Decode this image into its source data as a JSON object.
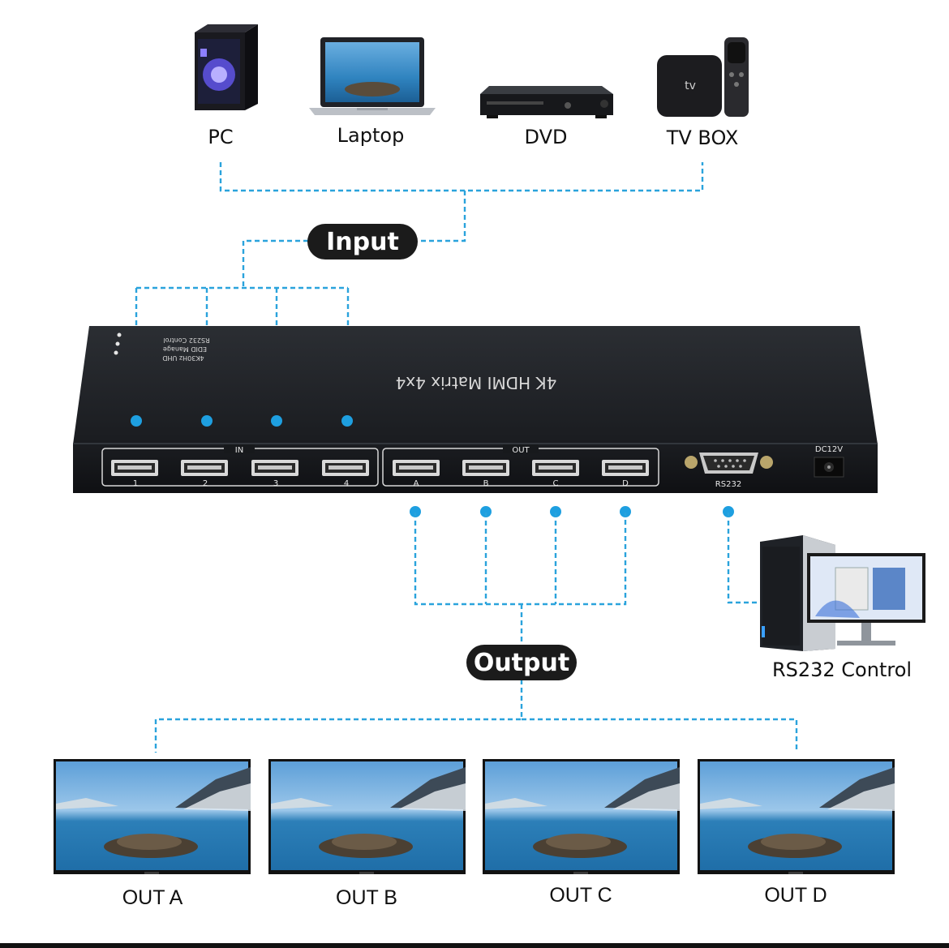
{
  "sources": [
    {
      "label": "PC",
      "icon": "pc-tower-icon"
    },
    {
      "label": "Laptop",
      "icon": "laptop-icon"
    },
    {
      "label": "DVD",
      "icon": "dvd-player-icon"
    },
    {
      "label": "TV BOX",
      "icon": "tv-box-icon"
    }
  ],
  "tags": {
    "input": "Input",
    "output": "Output"
  },
  "device": {
    "title": "4K HDMI Matrix 4x4",
    "indicators": [
      "RS232 Control",
      "EDID Manage",
      "4K30Hz UHD"
    ],
    "in_group_label": "IN",
    "out_group_label": "OUT",
    "in_ports": [
      "1",
      "2",
      "3",
      "4"
    ],
    "out_ports": [
      "A",
      "B",
      "C",
      "D"
    ],
    "rs232_label": "RS232",
    "power_label": "DC12V"
  },
  "controller": {
    "label": "RS232 Control",
    "icon": "desktop-computer-icon"
  },
  "displays": [
    {
      "label": "OUT A",
      "icon": "monitor-icon"
    },
    {
      "label": "OUT B",
      "icon": "monitor-icon"
    },
    {
      "label": "OUT C",
      "icon": "monitor-icon"
    },
    {
      "label": "OUT D",
      "icon": "monitor-icon"
    }
  ],
  "colors": {
    "connector": "#2aa3dc",
    "device_body": "#17191c",
    "pill": "#1b1b1b"
  }
}
